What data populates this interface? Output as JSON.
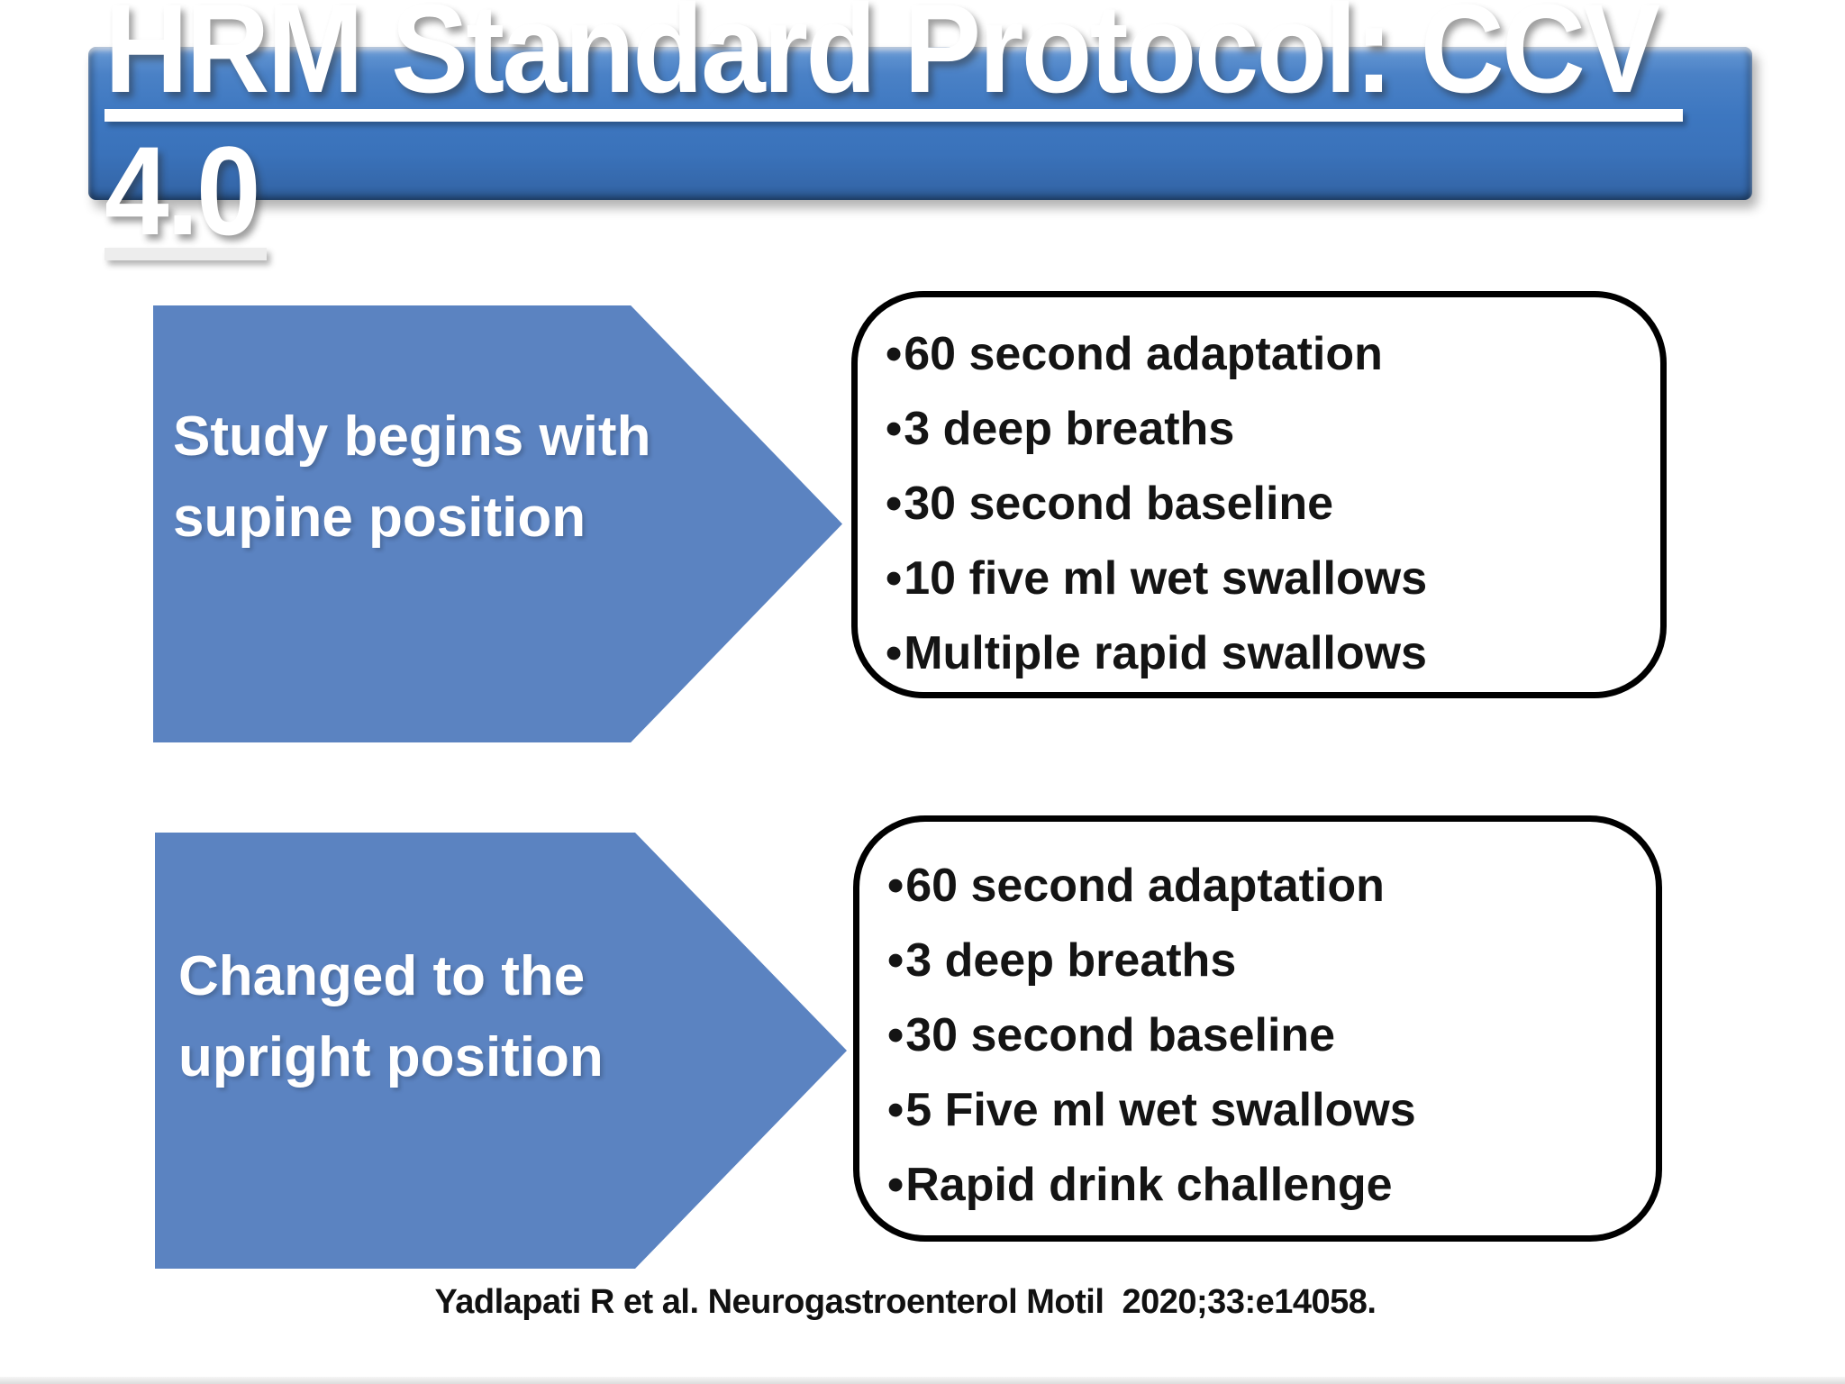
{
  "slide": {
    "title_line1": "HRM Standard Protocol: CCV",
    "title_line2": "4.0",
    "citation": "Yadlapati R et al. Neurogastroenterol Motil  2020;33:e14058."
  },
  "ui": {
    "bullet_char": "•"
  },
  "colors": {
    "banner_blue": "#3b74bd",
    "arrow_blue": "#5b83c1",
    "text_dark": "#141414",
    "box_border": "#000000"
  },
  "rows": [
    {
      "arrow": [
        "Study begins with",
        "supine position"
      ],
      "bullets": [
        "60 second adaptation",
        "3 deep breaths",
        "30 second baseline",
        "10 five ml wet swallows",
        "Multiple rapid swallows"
      ]
    },
    {
      "arrow": [
        "Changed to the",
        "upright position"
      ],
      "bullets": [
        "60 second adaptation",
        "3 deep breaths",
        "30 second baseline",
        "5 Five ml wet swallows",
        "Rapid drink challenge"
      ]
    }
  ]
}
